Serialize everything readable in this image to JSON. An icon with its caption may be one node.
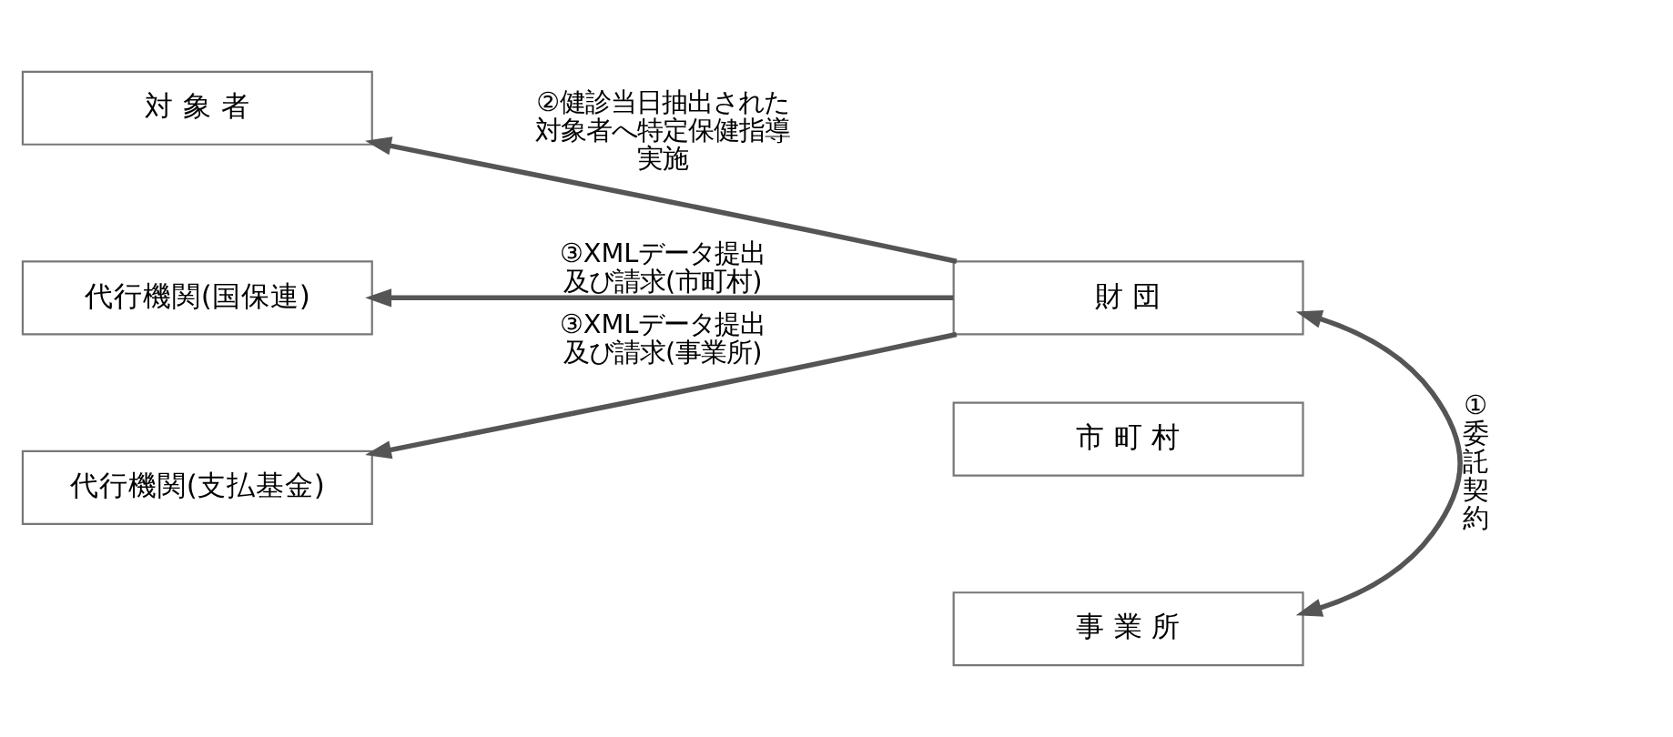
{
  "diagram": {
    "nodes": [
      {
        "text": [
          "対 象 者"
        ]
      },
      {
        "text": [
          "市 町 村"
        ]
      },
      {
        "text": [
          "事 業 所"
        ]
      },
      {
        "text": [
          "代行機関(国保連)"
        ]
      },
      {
        "text": [
          "代行機関(支払基金)"
        ]
      },
      {
        "text": [
          "財 団"
        ]
      }
    ],
    "edges": [
      {
        "from": 5,
        "to": 0,
        "arrow": "to",
        "label": "②健診当日抽出された対象者へ特定保健指導実施"
      },
      {
        "from": 5,
        "to": 2,
        "arrow": "both",
        "label": "①委託契約"
      },
      {
        "from": 5,
        "to": 3,
        "arrow": "to",
        "label": "③XMLデータ提出及び請求(市町村)"
      },
      {
        "from": 5,
        "to": 4,
        "arrow": "to",
        "label": "③XMLデータ提出及び請求(事業所)"
      }
    ]
  }
}
